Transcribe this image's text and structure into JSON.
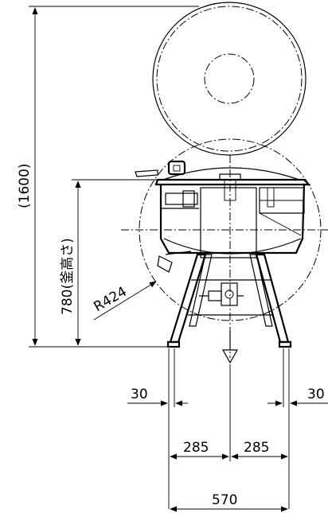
{
  "dimensions": {
    "overall_height": "(1600)",
    "pot_height": "780(釜高さ)",
    "radius": "R424",
    "left_offset": "30",
    "right_offset": "30",
    "left_half_width": "285",
    "right_half_width": "285",
    "total_width": "570"
  },
  "colors": {
    "line": "#000000",
    "background": "#ffffff"
  }
}
